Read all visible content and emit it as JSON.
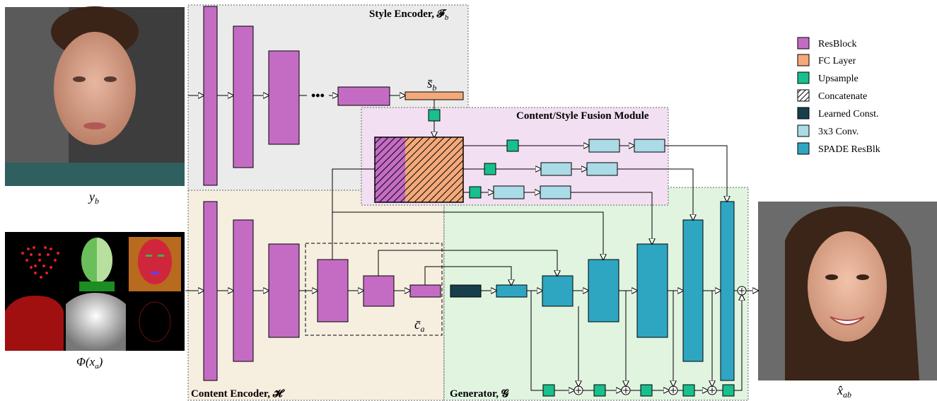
{
  "regions": {
    "style_encoder": "Style Encoder, 𝓕",
    "style_encoder_sub": "b",
    "fusion": "Content/Style Fusion Module",
    "content_encoder": "Content Encoder, 𝓗",
    "generator": "Generator, 𝓖"
  },
  "variables": {
    "style_code": "s̄",
    "style_code_sub": "b",
    "content_code": "c̄",
    "content_code_sub": "a"
  },
  "inputs": {
    "style_image_label": "y",
    "style_image_sub": "b",
    "content_maps_label": "Φ(x",
    "content_maps_sub": "a",
    "content_maps_close": ")",
    "output_label": "x̂",
    "output_sub": "ab"
  },
  "ellipsis": "•••",
  "legend": [
    {
      "label": "ResBlock",
      "color": "#c46cc4"
    },
    {
      "label": "FC Layer",
      "color": "#f4a97a"
    },
    {
      "label": "Upsample",
      "color": "#17c08c"
    },
    {
      "label": "Concatenate",
      "color": "hatch"
    },
    {
      "label": "Learned Const.",
      "color": "#173e4a"
    },
    {
      "label": "3x3 Conv.",
      "color": "#aadbe6"
    },
    {
      "label": "SPADE ResBlk",
      "color": "#2ea6c2"
    }
  ],
  "colors": {
    "resblock": "#c46cc4",
    "fc": "#f4a97a",
    "upsample": "#17c08c",
    "learned_const": "#173e4a",
    "conv": "#aadbe6",
    "spade": "#2ea6c2",
    "style_bg": "#ebebeb",
    "fusion_bg": "#f2e0f2",
    "content_bg": "#f6efe0",
    "generator_bg": "#e0f4e0"
  },
  "icons": [
    "plus-circle-icon",
    "arrowhead-icon"
  ]
}
